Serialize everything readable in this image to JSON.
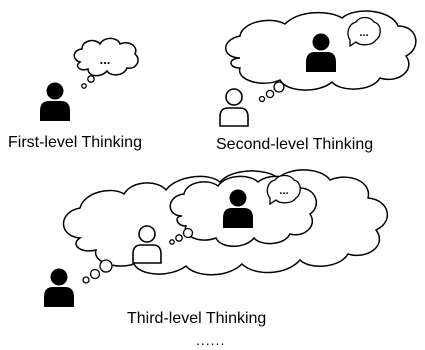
{
  "diagram": {
    "captions": {
      "first": "First-level Thinking",
      "second": "Second-level Thinking",
      "third": "Third-level Thinking",
      "continuation": "......"
    },
    "bubble_text": "...",
    "icons": [
      "person-solid-icon",
      "person-outline-icon",
      "thought-cloud-icon",
      "speech-bubble-icon"
    ],
    "colors": {
      "ink": "#000000",
      "background": "#ffffff"
    }
  }
}
